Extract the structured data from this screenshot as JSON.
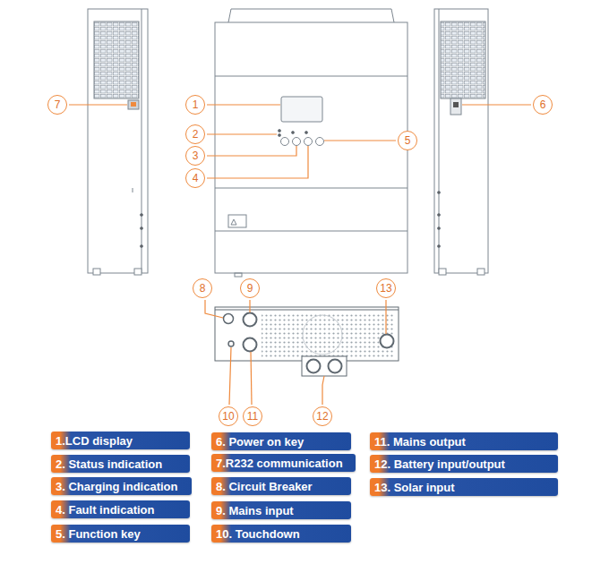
{
  "diagram": {
    "nodes": [
      {
        "text": [
          "7"
        ]
      },
      {
        "text": [
          "1"
        ]
      },
      {
        "text": [
          "6"
        ]
      },
      {
        "text": [
          "2"
        ]
      },
      {
        "text": [
          "5"
        ]
      },
      {
        "text": [
          "3"
        ]
      },
      {
        "text": [
          "4"
        ]
      },
      {
        "text": [
          "8"
        ]
      },
      {
        "text": [
          "9"
        ]
      },
      {
        "text": [
          "13"
        ]
      },
      {
        "text": [
          "10"
        ]
      },
      {
        "text": [
          "11"
        ]
      },
      {
        "text": [
          "12"
        ]
      },
      {
        "text": [
          "1.LCD display"
        ]
      },
      {
        "text": [
          "2. Status indication"
        ]
      },
      {
        "text": [
          "3. Charging indication"
        ]
      },
      {
        "text": [
          "4. Fault indication"
        ]
      },
      {
        "text": [
          "5. Function key"
        ]
      },
      {
        "text": [
          "6. Power on key"
        ]
      },
      {
        "text": [
          "7.R232 communication"
        ]
      },
      {
        "text": [
          "8. Circuit Breaker"
        ]
      },
      {
        "text": [
          "9. Mains input"
        ]
      },
      {
        "text": [
          "10. Touchdown"
        ]
      },
      {
        "text": [
          "11. Mains output"
        ]
      },
      {
        "text": [
          "12. Battery input/output"
        ]
      },
      {
        "text": [
          "13. Solar input"
        ]
      }
    ],
    "edges": []
  }
}
